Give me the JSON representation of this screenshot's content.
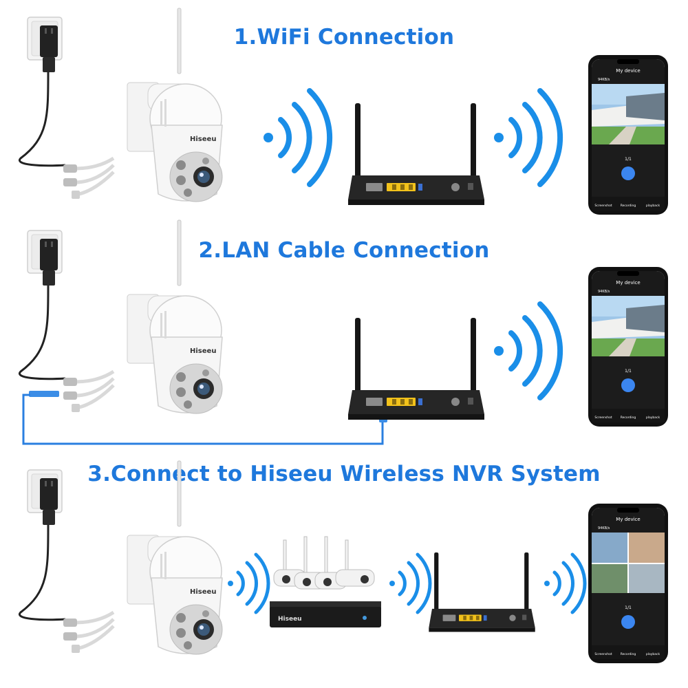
{
  "sections": [
    {
      "title": "1.WiFi Connection"
    },
    {
      "title": "2.LAN Cable Connection"
    },
    {
      "title": "3.Connect to Hiseeu Wireless NVR System"
    }
  ],
  "camera": {
    "brand": "Hiseeu"
  },
  "nvr": {
    "brand": "Hiseeu"
  },
  "phone": {
    "title": "My device",
    "speed": "94KB/s",
    "page": "1/1",
    "buttons": [
      "Screenshot",
      "Recording",
      "playback"
    ]
  },
  "colors": {
    "accent": "#1e78dc",
    "cable_blue": "#2a7fe0",
    "router": "#1b1b1b",
    "port_yellow": "#f2c21b"
  }
}
